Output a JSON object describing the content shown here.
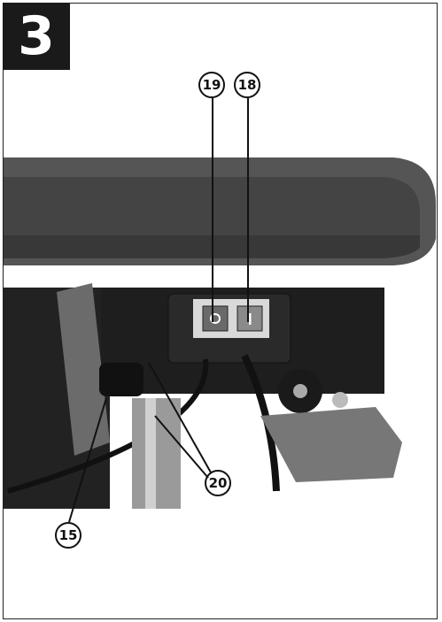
{
  "figure": {
    "number": "3"
  },
  "callouts": {
    "c19": "19",
    "c18": "18",
    "c20": "20",
    "c15": "15"
  },
  "photo": {
    "subject": "drill-press-switch-and-head",
    "colors": {
      "body": "#3a3a3a",
      "table": "#4a4a4a",
      "switch_housing": "#d9d9d9",
      "background": "#ffffff"
    }
  }
}
